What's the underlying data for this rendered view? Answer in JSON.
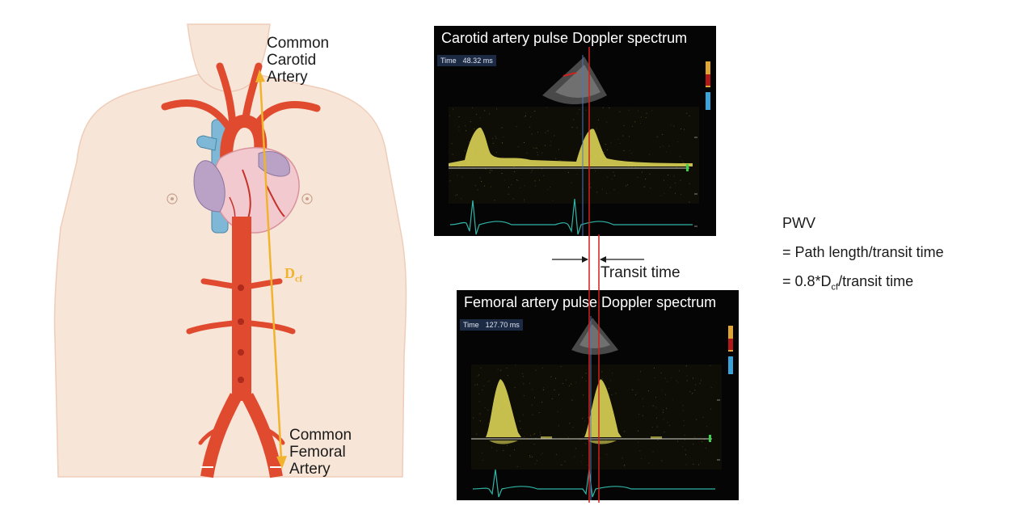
{
  "labels": {
    "carotid": [
      "Common",
      "Carotid",
      "Artery"
    ],
    "femoral": [
      "Common",
      "Femoral",
      "Artery"
    ],
    "dcf_main": "D",
    "dcf_sub": "cf",
    "transit_time": "Transit time"
  },
  "carotid_panel": {
    "title": "Carotid artery pulse Doppler spectrum",
    "time_label": "Time",
    "time_value": "48.32 ms"
  },
  "femoral_panel": {
    "title": "Femoral artery pulse Doppler spectrum",
    "time_label": "Time",
    "time_value": "127.70 ms"
  },
  "formula": {
    "line1": "PWV",
    "line2": "= Path length/transit time",
    "line3_prefix": "= 0.8*D",
    "line3_sub": "cf",
    "line3_suffix": "/transit time"
  },
  "colors": {
    "artery": "#e04a2f",
    "vein": "#7eb8d6",
    "dcf_arrow": "#f2b32c",
    "marker_line": "#d11f1f",
    "doppler": "#e8df5a",
    "ecg": "#2fb5a6",
    "skin": "#f6e3d6"
  }
}
